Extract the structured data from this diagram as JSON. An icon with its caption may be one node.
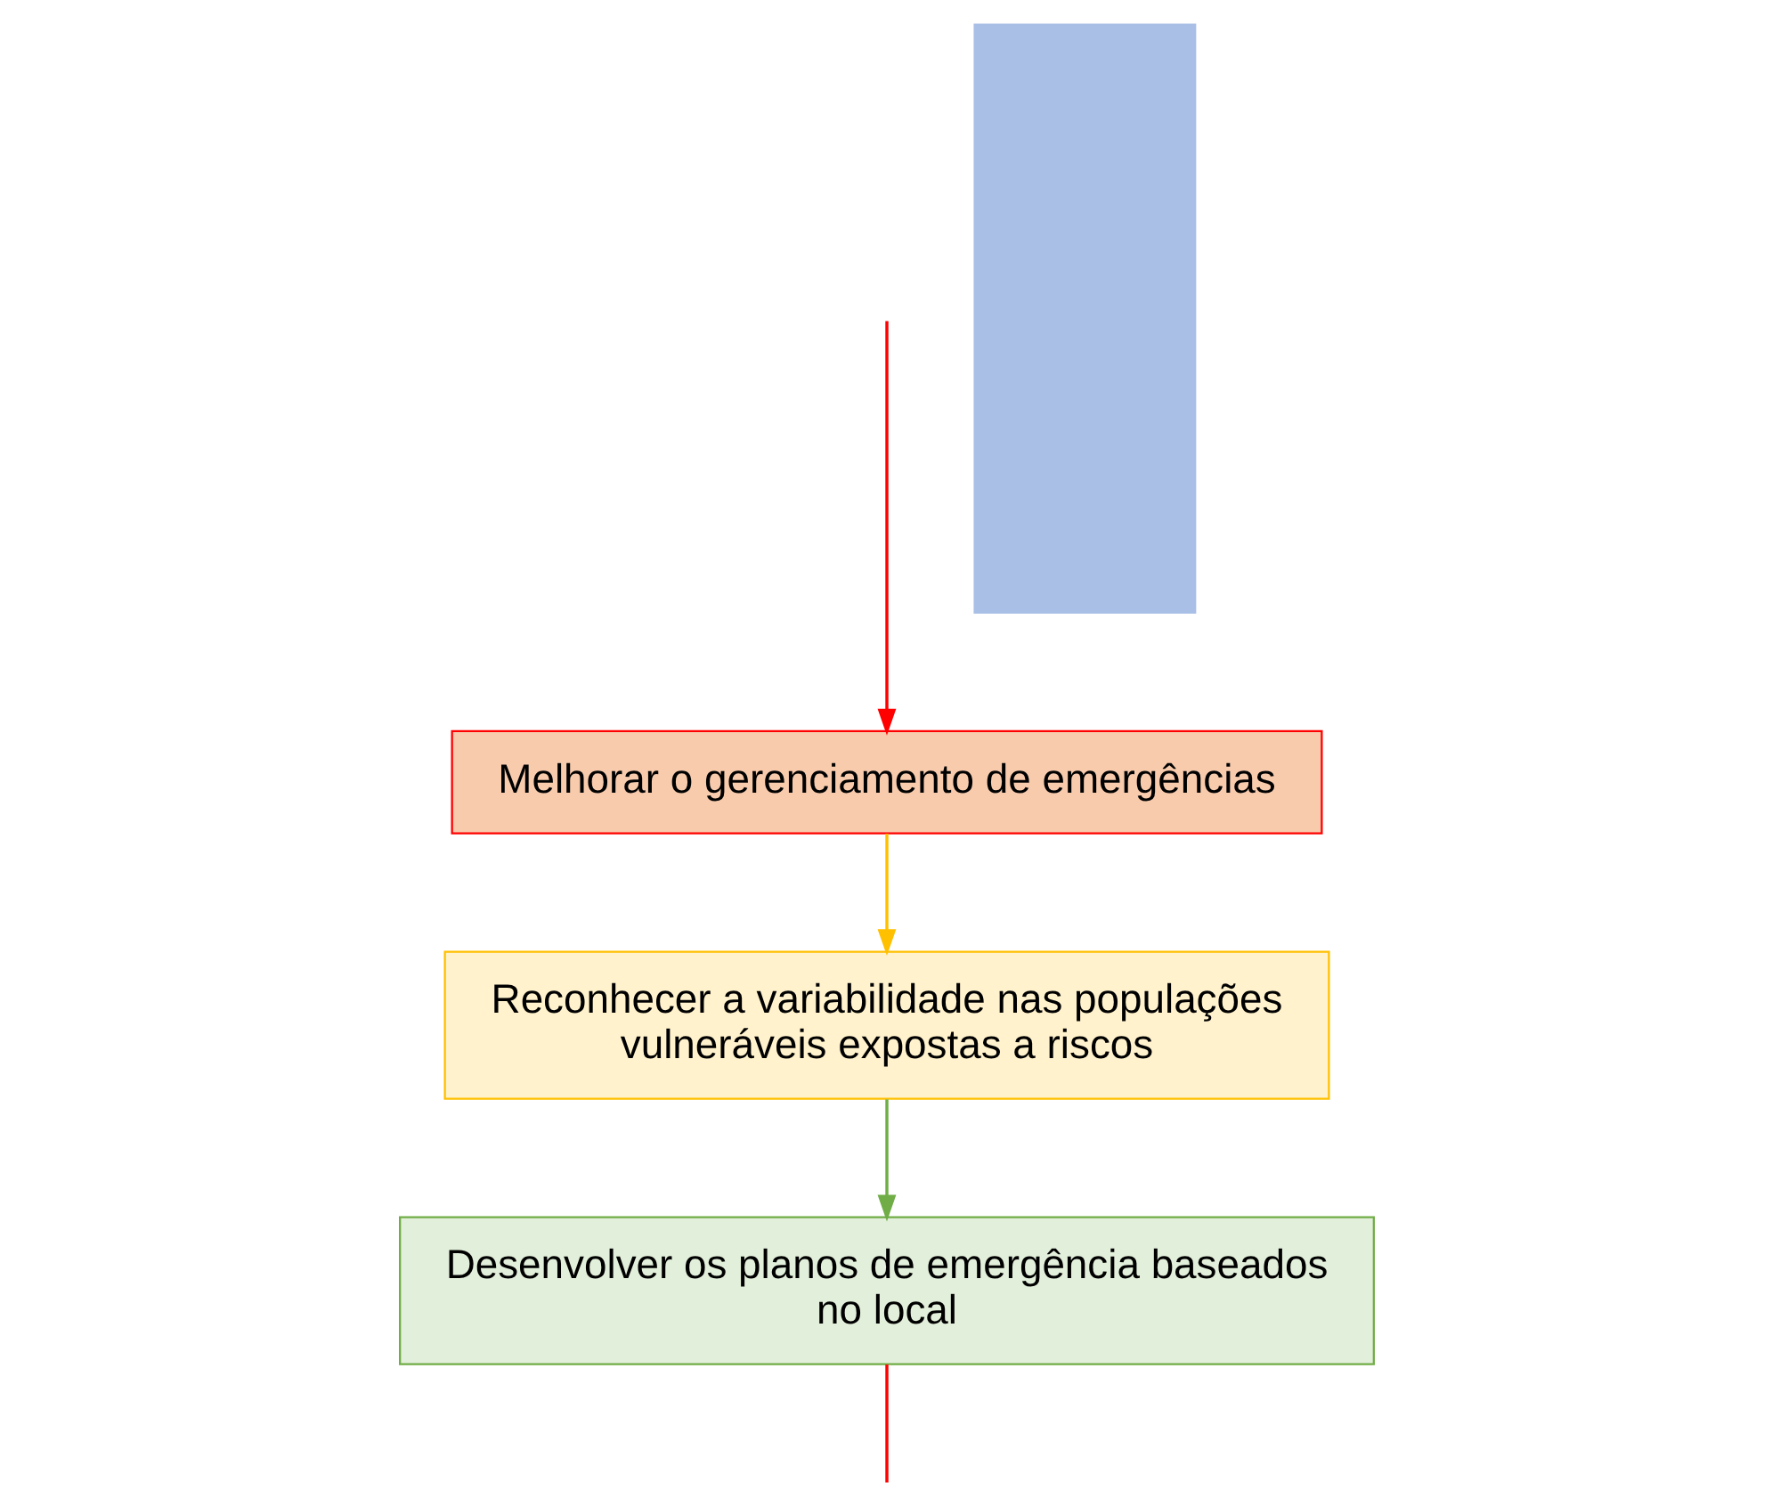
{
  "diagram": {
    "nodes": [
      {
        "text": [
          "Melhorar o gerenciamento de emergências"
        ]
      },
      {
        "text": [
          "Reconhecer a variabilidade nas populações vulneráveis expostas a riscos"
        ]
      },
      {
        "text": [
          "Desenvolver os planos de emergência baseados no local"
        ]
      },
      {
        "text": [],
        "shape": "box"
      }
    ],
    "edges": [
      {
        "from": null,
        "to": 0,
        "arrow": "to",
        "color": "#ff0000"
      },
      {
        "from": 0,
        "to": 1,
        "arrow": "to",
        "color": "#ffc000"
      },
      {
        "from": 1,
        "to": 2,
        "arrow": "to",
        "color": "#70ad47"
      },
      {
        "from": 2,
        "to": null,
        "arrow": "none",
        "color": "#ff0000"
      }
    ]
  }
}
